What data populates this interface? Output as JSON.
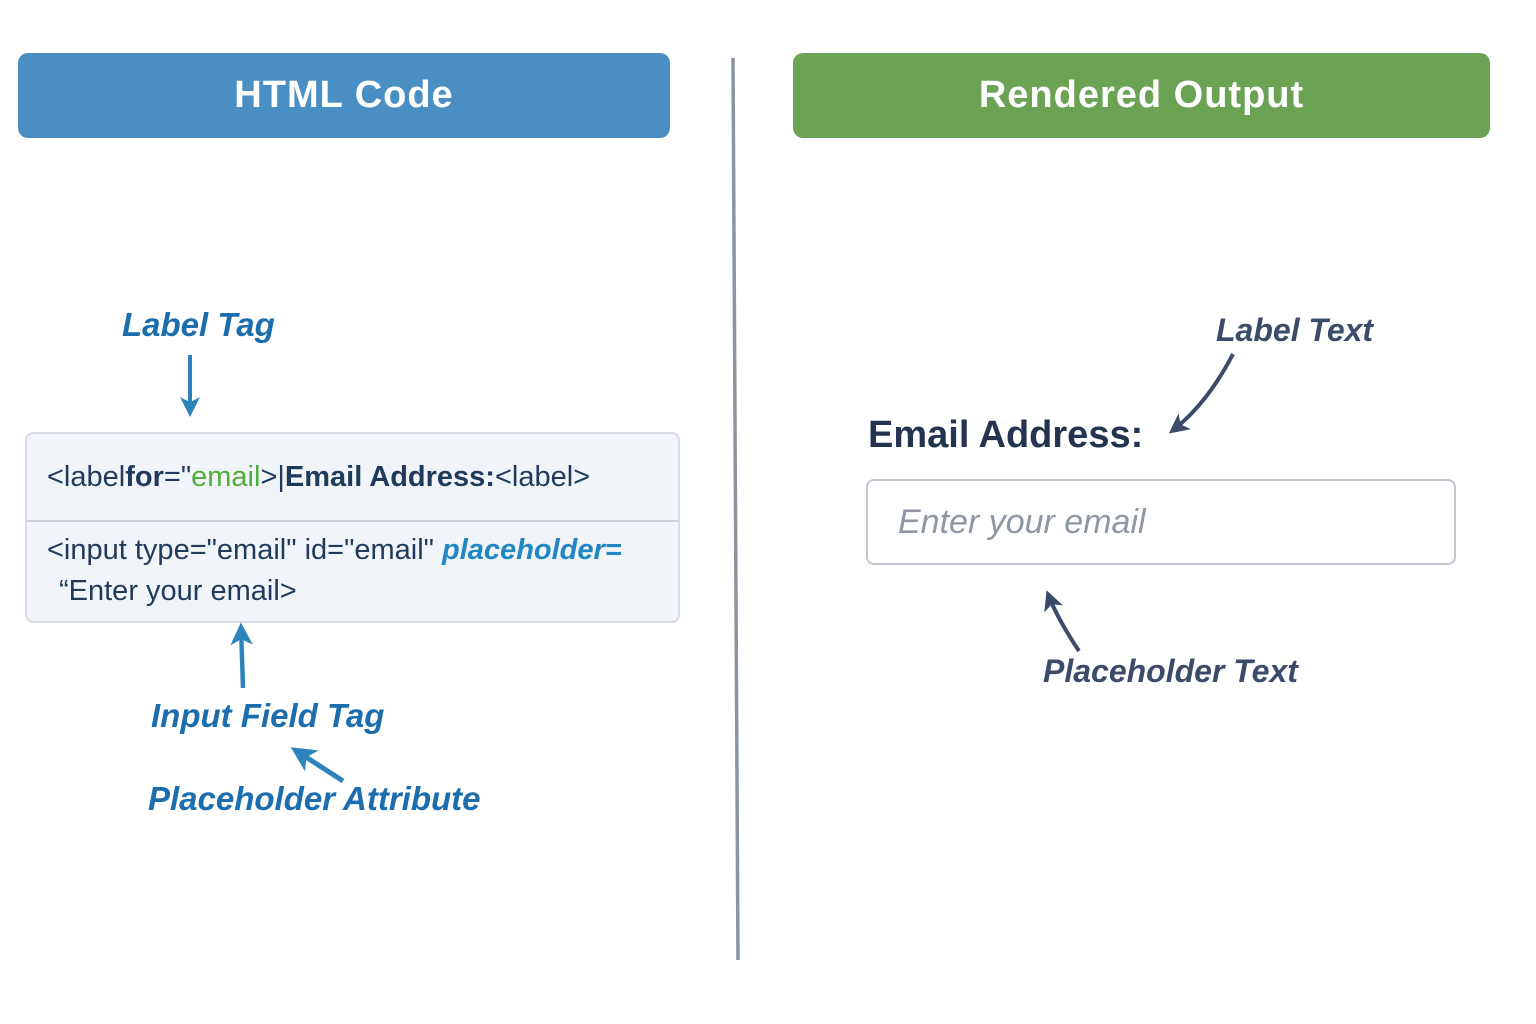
{
  "colors": {
    "left_header_bg": "#4a8fc3",
    "right_header_bg": "#6ba254",
    "header_text": "#ffffff",
    "code_box_bg": "#f1f4f8",
    "code_text_navy": "#1f3a5c",
    "code_value_green": "#4fae3a",
    "code_placeholder_blue": "#2186c4",
    "left_annotation_blue": "#1b6dad",
    "left_arrow_blue": "#2d84ba",
    "right_annotation_navy": "#3c4b69",
    "form_label_navy": "#24334f",
    "input_placeholder_gray": "#8f96a4",
    "divider_gray": "#8b94a1"
  },
  "left_panel": {
    "header": "HTML Code",
    "annotation_label_tag": "Label Tag",
    "annotation_input_field_tag": "Input Field Tag",
    "annotation_placeholder_attribute": "Placeholder Attribute",
    "code": {
      "line1": {
        "open": "<label ",
        "attr_for": "for",
        "eq_quote": "=\"",
        "value": "email",
        "close_pipe": ">|",
        "label_text": "Email Address:",
        "close_tag": "<label>"
      },
      "line2": {
        "open": "<input type=\"email\" id=\"email\" ",
        "attr_placeholder": "placeholder="
      },
      "line3": "“Enter your email>"
    }
  },
  "right_panel": {
    "header": "Rendered Output",
    "annotation_label_text": "Label Text",
    "annotation_placeholder_text": "Placeholder Text",
    "form": {
      "label": "Email Address:",
      "input_placeholder": "Enter your email"
    }
  }
}
